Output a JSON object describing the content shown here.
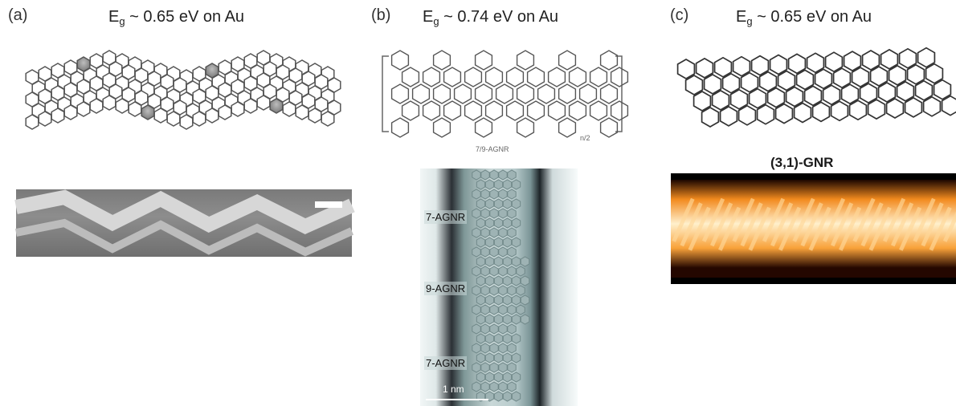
{
  "panels": [
    {
      "letter": "(a)",
      "title_main": "E",
      "title_sub": "g",
      "title_rest": " ~ 0.65 eV on Au"
    },
    {
      "letter": "(b)",
      "title_main": "E",
      "title_sub": "g",
      "title_rest": " ~ 0.74 eV on Au",
      "structure_caption": "7/9-AGNR",
      "repeat_label": "n/2",
      "stm_labels": [
        "7-AGNR",
        "9-AGNR",
        "7-AGNR"
      ],
      "scalebar_label": "1 nm"
    },
    {
      "letter": "(c)",
      "title_main": "E",
      "title_sub": "g",
      "title_rest": " ~ 0.65 eV on Au",
      "structure_caption": "(3,1)-GNR"
    }
  ],
  "colors": {
    "stm_a": "#8a8a8a",
    "stm_b": "#bfd3d3",
    "stm_c_orange": "#f28a1e",
    "stm_c_background": "#000000"
  }
}
